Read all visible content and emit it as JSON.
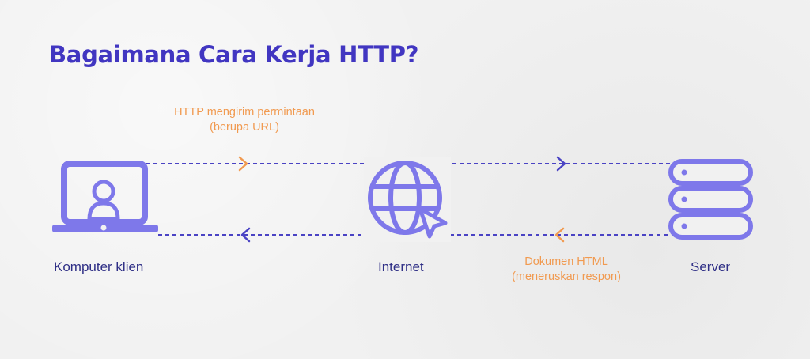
{
  "title": "Bagaimana Cara Kerja HTTP?",
  "nodes": {
    "client": "Komputer klien",
    "internet": "Internet",
    "server": "Server"
  },
  "request_label": {
    "line1": "HTTP mengirim permintaan",
    "line2": "(berupa URL)"
  },
  "response_label": {
    "line1": "Dokumen HTML",
    "line2": "(meneruskan respon)"
  },
  "icons": {
    "client": "laptop-user-icon",
    "internet": "globe-cursor-icon",
    "server": "server-stack-icon"
  },
  "colors": {
    "title": "#4136c1",
    "icon": "#7e78ea",
    "line": "#4a43c4",
    "accent": "#f19a50",
    "label": "#2f2f86"
  }
}
